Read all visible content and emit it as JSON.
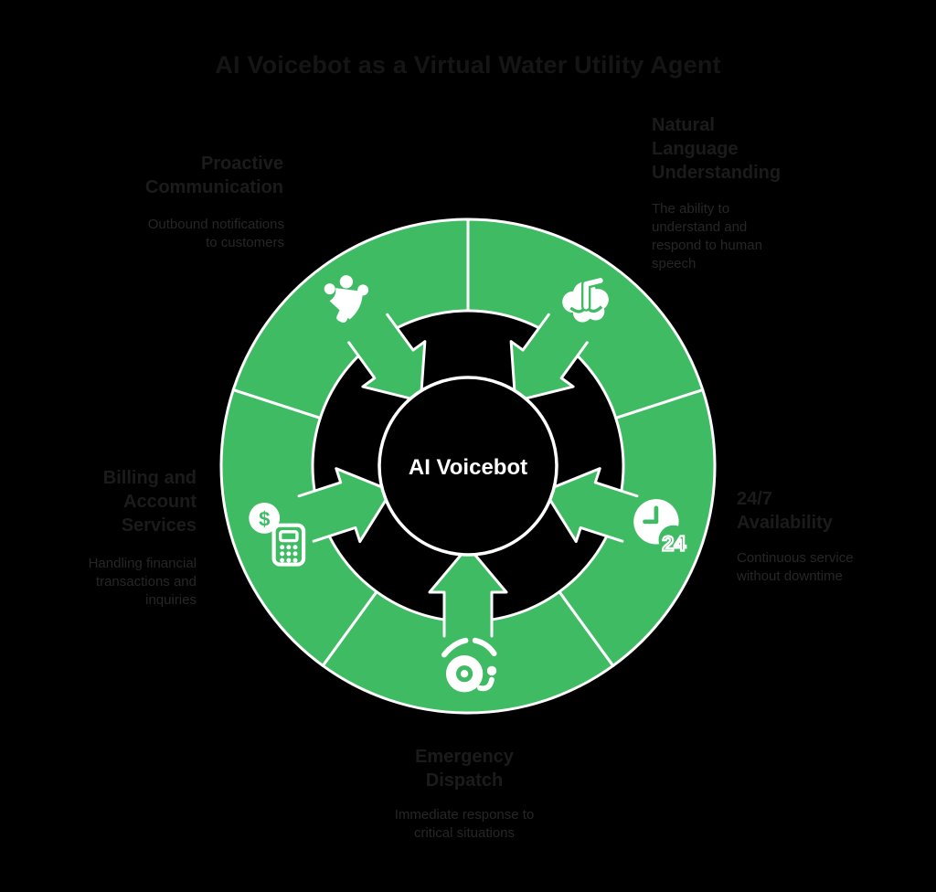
{
  "title": "AI Voicebot as a Virtual Water Utility Agent",
  "center": {
    "label": "AI Voicebot"
  },
  "colors": {
    "background": "#000000",
    "green": "#3EBB63",
    "outline": "#FFFFFF",
    "title_text": "#151515",
    "section_title_text": "#1B1B1B",
    "section_desc_text": "#262626"
  },
  "sections": [
    {
      "title": "Natural Language Understanding",
      "description": "The ability to understand and respond to human speech",
      "icon": "brain-icon"
    },
    {
      "title": "Proactive Communication",
      "description": "Outbound notifications to customers",
      "icon": "megaphone-icon"
    },
    {
      "title": "Billing and Account Services",
      "description": "Handling financial transactions and inquiries",
      "icon": "dollar-calculator-icon"
    },
    {
      "title": "Emergency Dispatch",
      "description": "Immediate response to critical situations",
      "icon": "alarm-bell-icon"
    },
    {
      "title": "24/7 Availability",
      "description": "Continuous service without downtime",
      "icon": "clock-24-icon"
    }
  ],
  "badges": {
    "clock_badge": "24",
    "currency_symbol": "$"
  }
}
